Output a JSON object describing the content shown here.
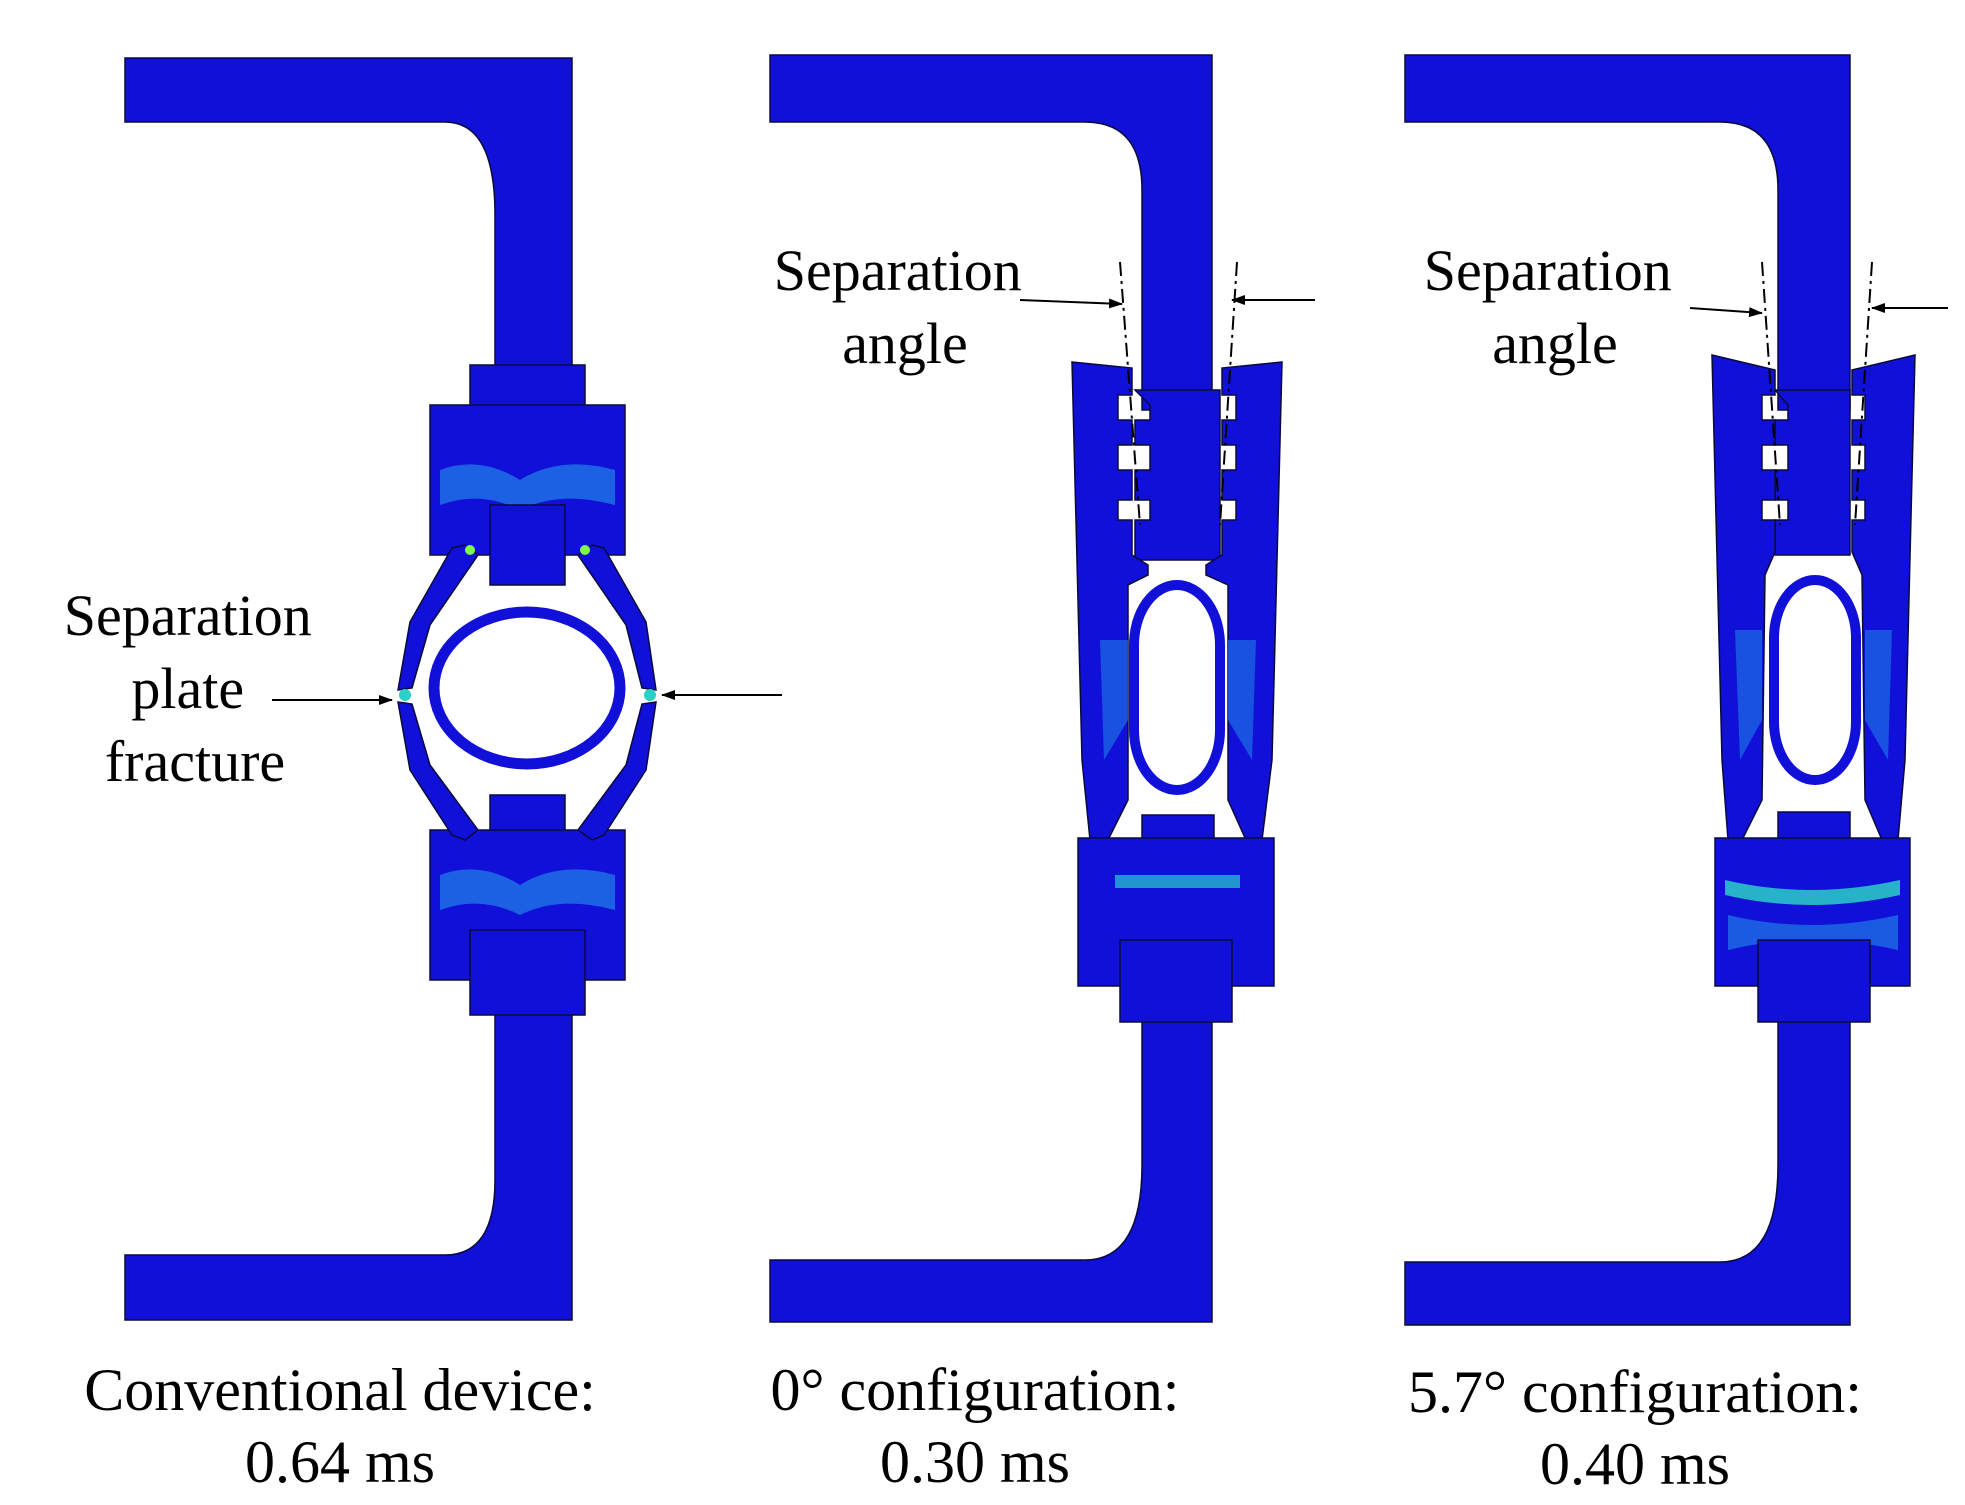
{
  "colors": {
    "stress_low": "#1010d8",
    "stress_mid": "#1e6ee6",
    "stress_high": "#2ad0c8",
    "stress_peak": "#7dff4a",
    "outline": "#0a0a3a"
  },
  "panels": [
    {
      "id": "conventional",
      "annotation": [
        "Separation",
        "plate",
        "fracture"
      ],
      "caption_line1": "Conventional device:",
      "caption_line2": "0.64 ms"
    },
    {
      "id": "zero-degree",
      "annotation": [
        "Separation",
        "angle"
      ],
      "caption_line1": "0° configuration:",
      "caption_line2": "0.30 ms"
    },
    {
      "id": "five-seven-degree",
      "annotation": [
        "Separation",
        "angle"
      ],
      "caption_line1": "5.7° configuration:",
      "caption_line2": "0.40 ms"
    }
  ]
}
